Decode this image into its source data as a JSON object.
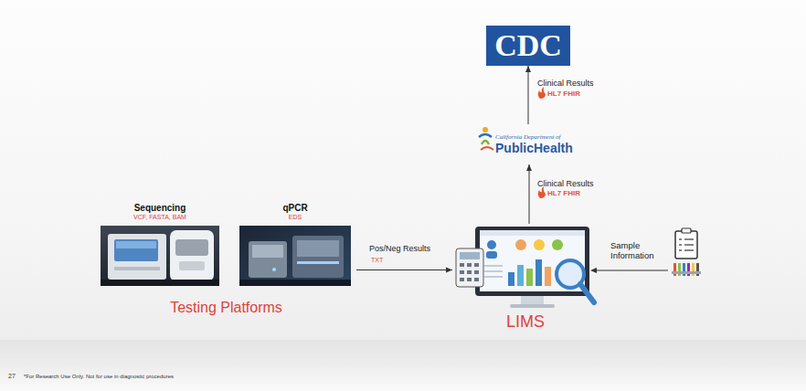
{
  "diagram": {
    "nodes": [
      {
        "text": [
          "CDC"
        ]
      },
      {
        "text": [
          "California Department of",
          "PublicHealth"
        ]
      },
      {
        "text": [
          "Testing Platforms"
        ]
      },
      {
        "text": [
          "Sequencing",
          "VCF, FASTA, BAM"
        ],
        "in": 2
      },
      {
        "text": [
          "qPCR",
          "EDS"
        ],
        "in": 2
      },
      {
        "text": [
          "LIMS"
        ]
      }
    ],
    "edges": [
      {
        "from": 5,
        "to": 1,
        "label": "Clinical Results",
        "arrow": "to"
      },
      {
        "from": 1,
        "to": 0,
        "label": "Clinical Results",
        "arrow": "to"
      },
      {
        "from": 2,
        "to": 5,
        "label": "Pos/Neg Results",
        "arrow": "to"
      }
    ],
    "labels": [
      "HL7 FHIR",
      "HL7 FHIR",
      "TXT",
      "Sample Information",
      "27",
      "*For Research Use Only. Not for use in diagnostic procedures"
    ]
  }
}
